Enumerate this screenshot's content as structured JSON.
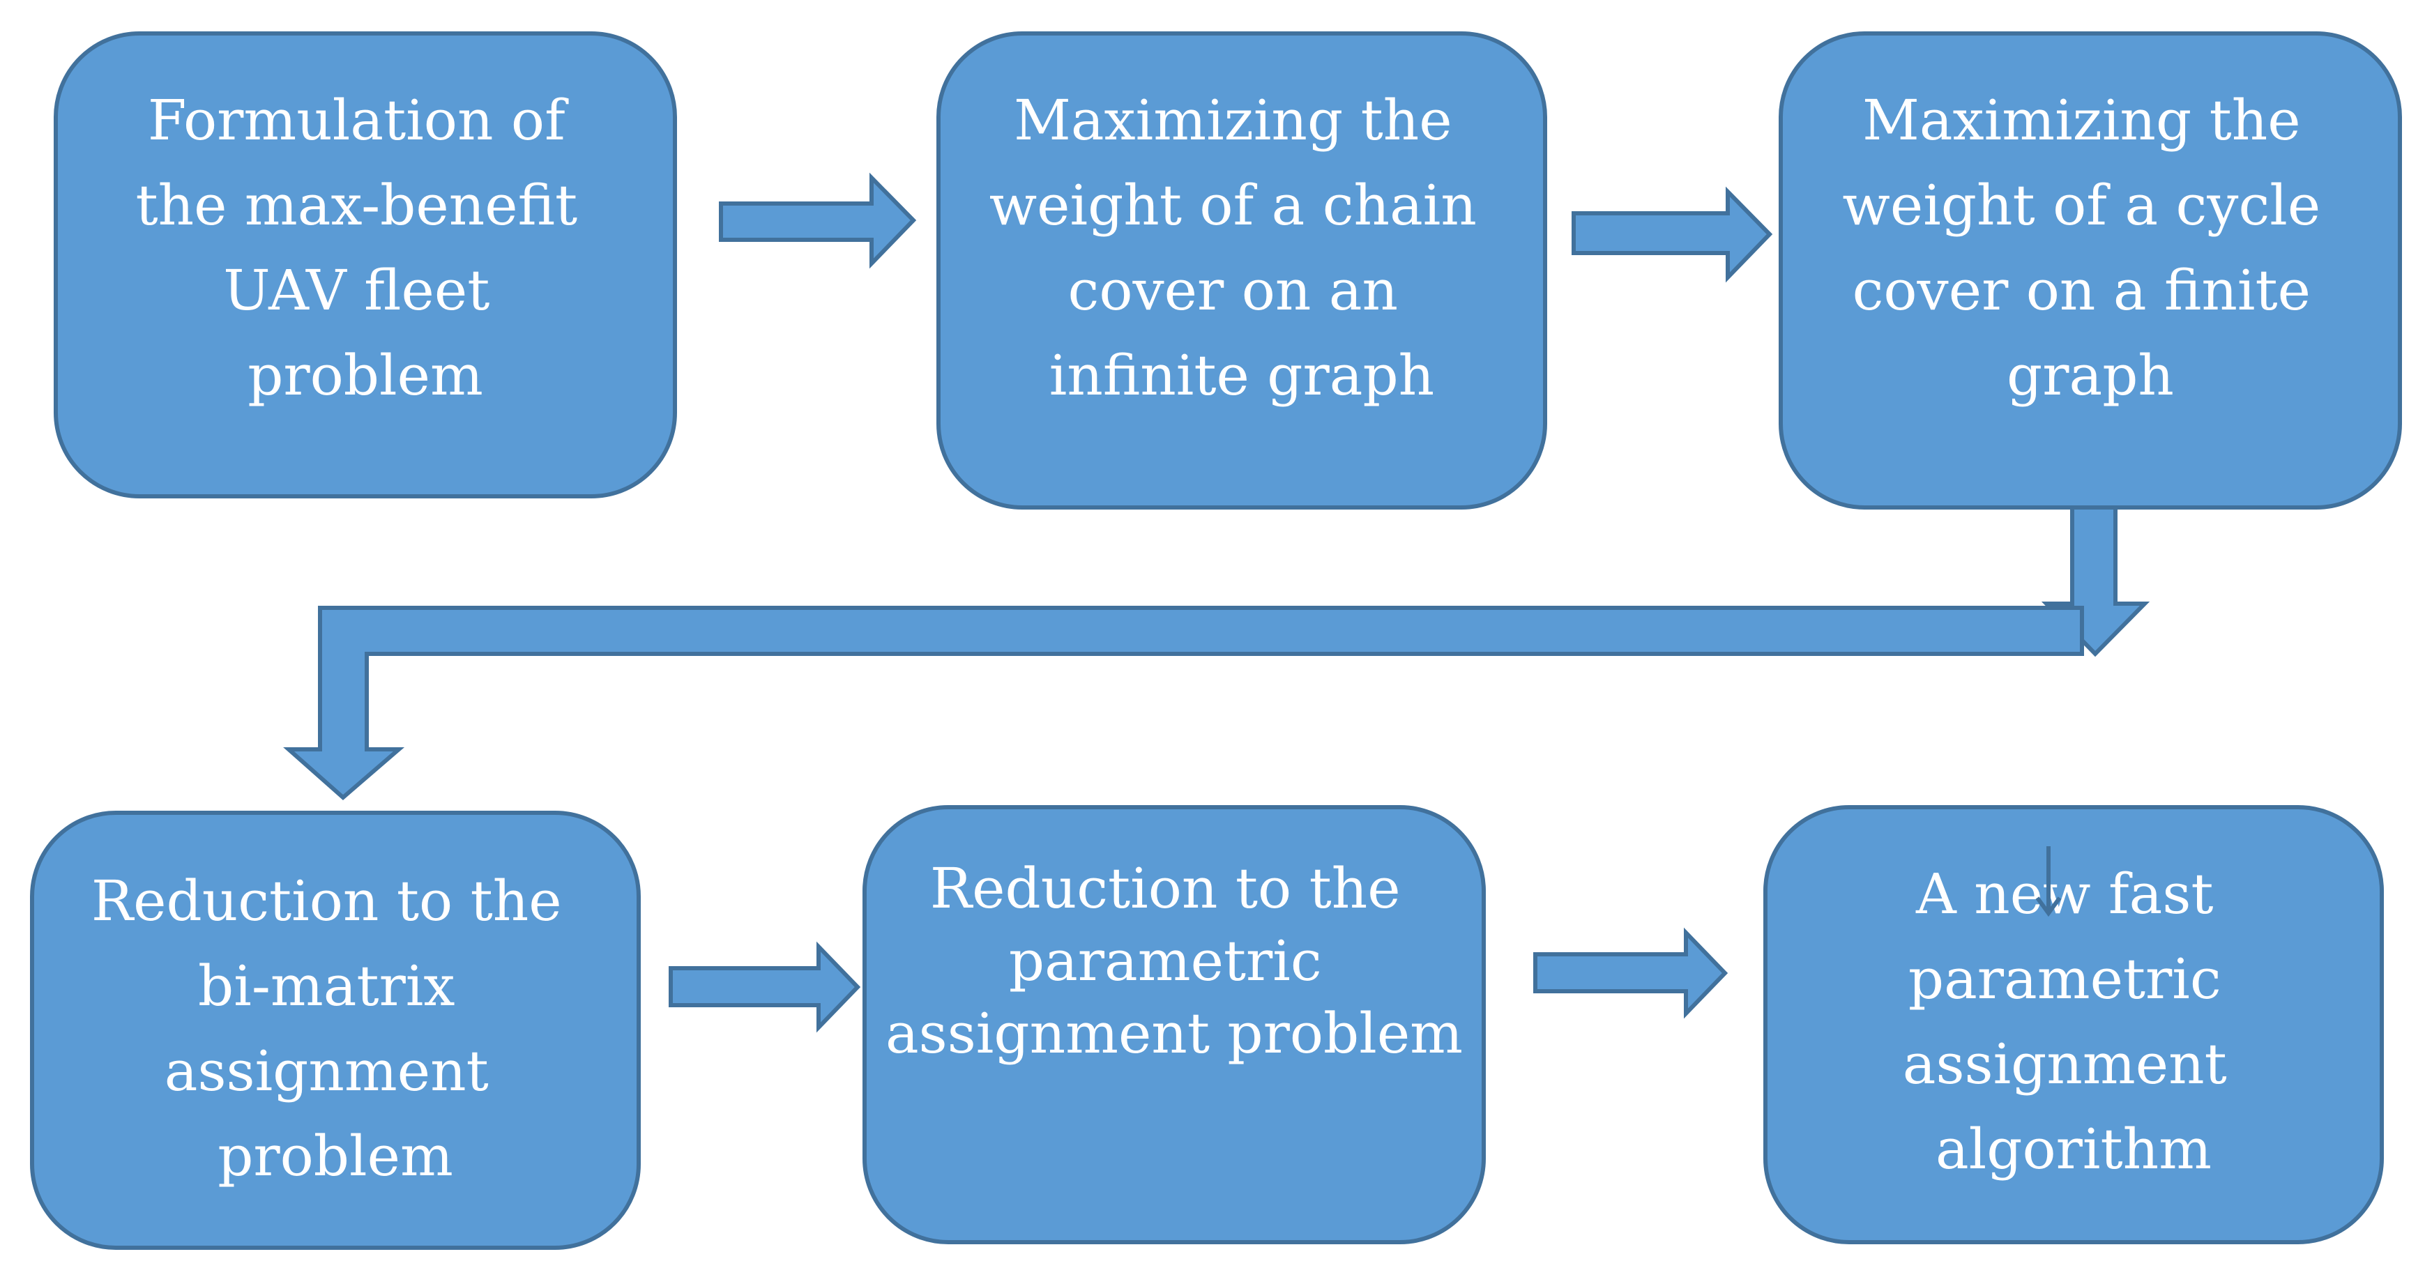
{
  "diagram": {
    "colors": {
      "box_fill": "#5b9bd5",
      "box_stroke": "#41719c",
      "arrow_fill": "#5b9bd5",
      "arrow_stroke": "#41719c",
      "text": "#ffffff",
      "background": "#ffffff"
    },
    "nodes": [
      {
        "id": "formulation",
        "lines": [
          "Formulation of",
          "the max-benefit",
          "UAV fleet",
          "problem"
        ]
      },
      {
        "id": "chain-cover",
        "lines": [
          "Maximizing the",
          "weight of a chain",
          "cover on an",
          "infinite graph"
        ]
      },
      {
        "id": "cycle-cover",
        "lines": [
          "Maximizing the",
          "weight of a cycle",
          "cover on a finite",
          "graph"
        ]
      },
      {
        "id": "bi-matrix",
        "lines": [
          "Reduction to the",
          "bi-matrix",
          "assignment",
          "problem"
        ]
      },
      {
        "id": "parametric-reduction",
        "lines": [
          "Reduction to the",
          "parametric",
          "assignment problem"
        ]
      },
      {
        "id": "fast-algorithm",
        "lines": [
          "A new fast",
          "parametric",
          "assignment",
          "algorithm"
        ]
      }
    ],
    "edges": [
      {
        "from": "formulation",
        "to": "chain-cover"
      },
      {
        "from": "chain-cover",
        "to": "cycle-cover"
      },
      {
        "from": "cycle-cover",
        "to": "bi-matrix"
      },
      {
        "from": "bi-matrix",
        "to": "parametric-reduction"
      },
      {
        "from": "parametric-reduction",
        "to": "fast-algorithm"
      }
    ]
  }
}
